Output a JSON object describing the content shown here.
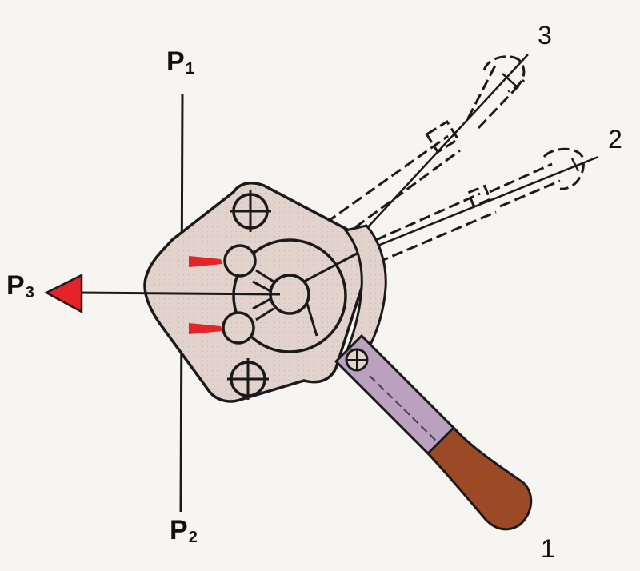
{
  "labels": {
    "p1": {
      "letter": "P",
      "sub": "1"
    },
    "p2": {
      "letter": "P",
      "sub": "2"
    },
    "p3": {
      "letter": "P",
      "sub": "3"
    },
    "pos1": "1",
    "pos2": "2",
    "pos3": "3"
  },
  "colors": {
    "body": "#e3d3cd",
    "outline": "#1a1a1a",
    "arrow": "#e5242a",
    "handle_grip": "#9c4a26",
    "handle_tube": "#b9a1bf",
    "background": "#f7f5f2"
  }
}
